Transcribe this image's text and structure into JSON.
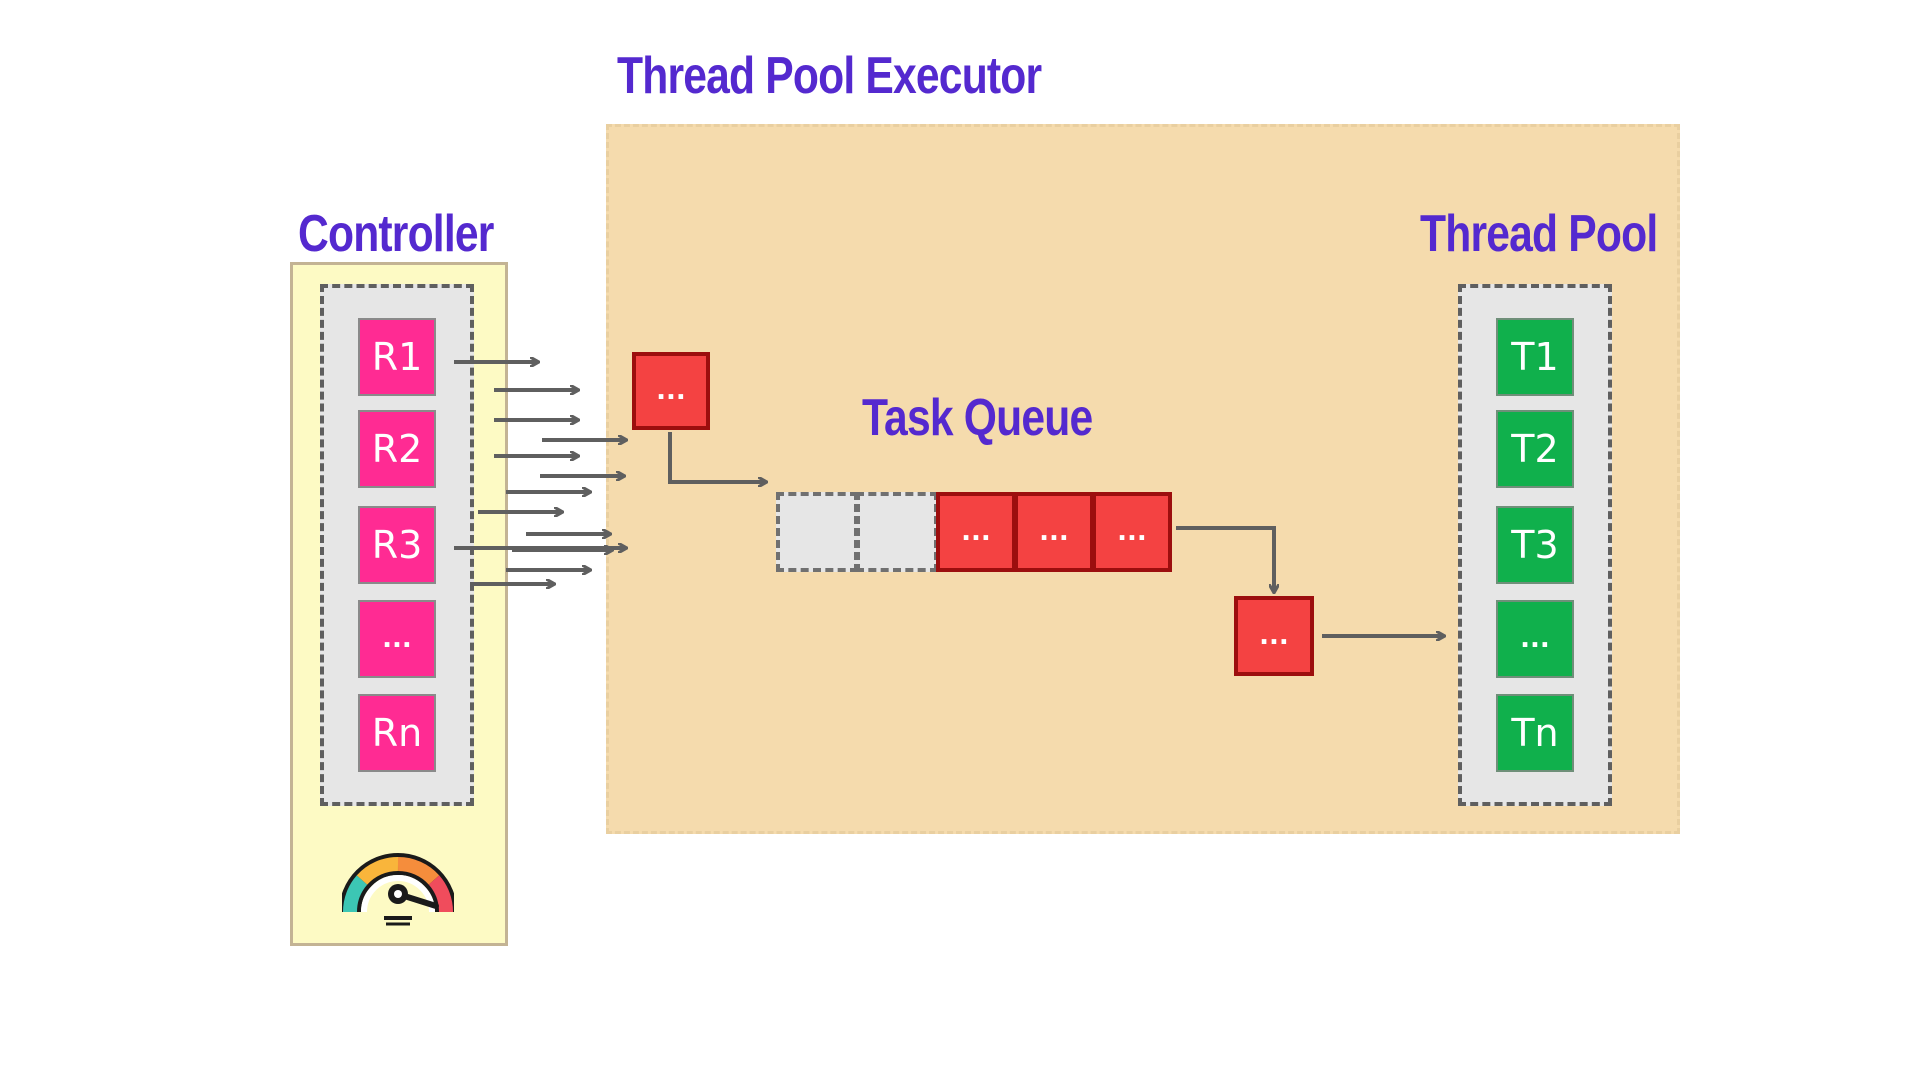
{
  "titles": {
    "executor": "Thread Pool Executor",
    "controller": "Controller",
    "task_queue": "Task Queue",
    "thread_pool": "Thread Pool"
  },
  "requests": [
    "R1",
    "R2",
    "R3",
    "...",
    "Rn"
  ],
  "threads": [
    "T1",
    "T2",
    "T3",
    "...",
    "Tn"
  ],
  "incoming_task": "...",
  "queued_tasks": [
    "...",
    "...",
    "..."
  ],
  "dispatched_task": "...",
  "colors": {
    "title": "#5429cf",
    "request": "#ff2b93",
    "thread": "#10b04c",
    "task": "#f44242",
    "executor_bg": "#f5dbad",
    "controller_bg": "#fdfac4",
    "arrow": "#5f5f5f"
  },
  "icons": {
    "controller": "speedometer-icon"
  }
}
